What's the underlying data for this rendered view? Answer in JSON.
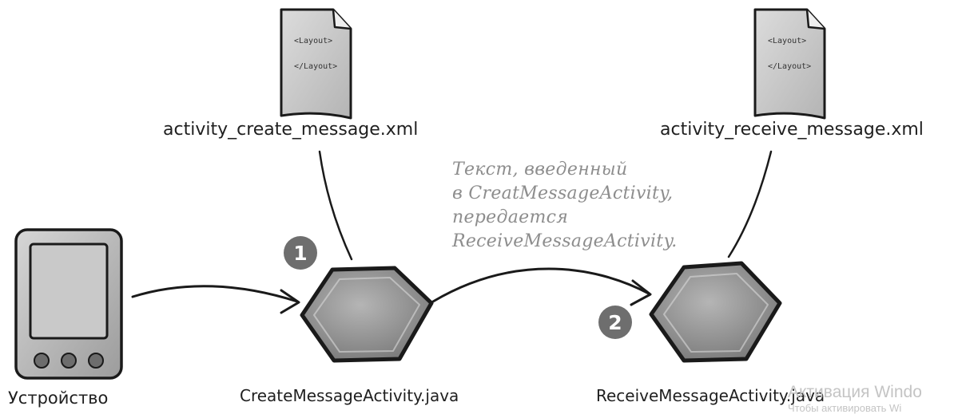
{
  "files": {
    "create_layout": "activity_create_message.xml",
    "receive_layout": "activity_receive_message.xml",
    "doc_tag_open": "<Layout>",
    "doc_tag_close": "</Layout>"
  },
  "activities": {
    "create": "CreateMessageActivity.java",
    "receive": "ReceiveMessageActivity.java"
  },
  "device": {
    "label": "Устройство"
  },
  "steps": {
    "one": "1",
    "two": "2"
  },
  "annotation": {
    "lines": [
      "Текст, введенный",
      "в CreatMessageActivity,",
      "передается",
      "ReceiveMessageActivity."
    ]
  },
  "watermark": {
    "line1": "Активация Windo",
    "line2": "Чтобы активировать Wi"
  },
  "colors": {
    "ink": "#1a1a1a",
    "hexagon_fill": "#8f8f8f",
    "document_fill": "#c9c9c9",
    "badge_fill": "#6e6e6e",
    "annotation": "#8d8d8d"
  }
}
